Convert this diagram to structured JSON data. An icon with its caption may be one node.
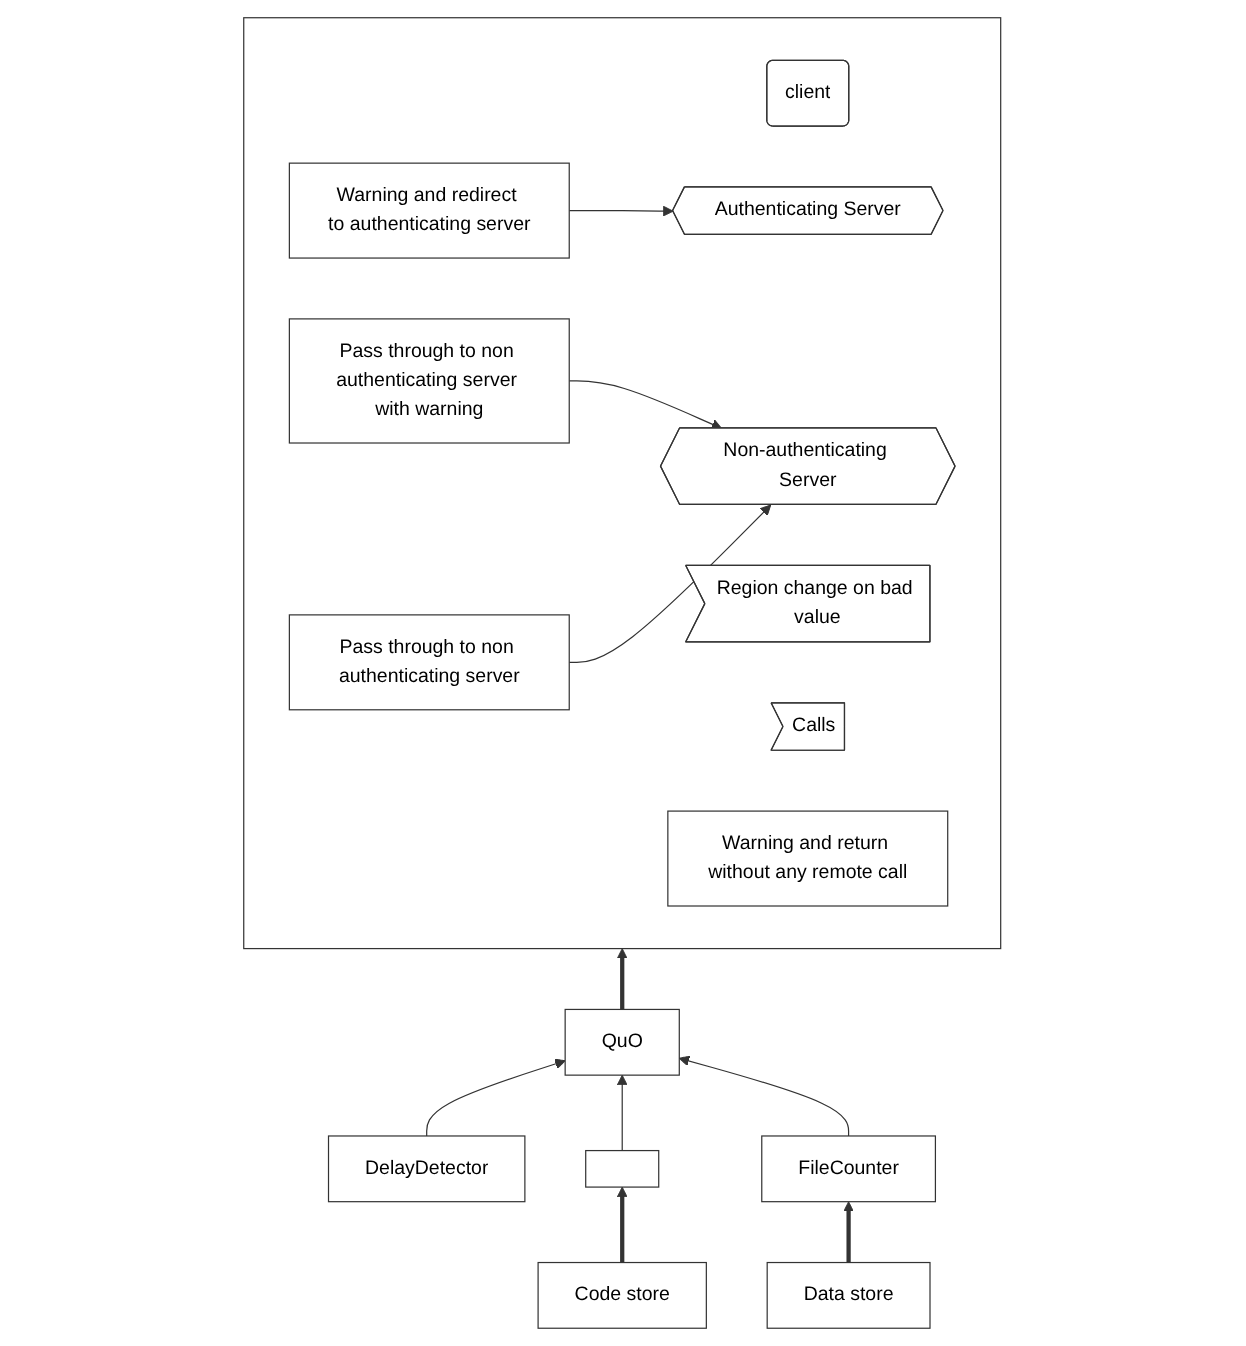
{
  "diagram": {
    "nodes": [
      {
        "text": [],
        "shape": "box"
      },
      {
        "text": [
          "client"
        ],
        "in": 0
      },
      {
        "text": [
          "Region change on bad value"
        ],
        "in": 0
      },
      {
        "text": [
          "Calls"
        ],
        "in": 0
      },
      {
        "text": [
          "Warning and return without any remote call"
        ],
        "in": 0
      },
      {
        "text": [
          "Warning and redirect to authenticating server"
        ],
        "in": 0
      },
      {
        "text": [
          "Pass through to non authenticating server with warning"
        ],
        "in": 0
      },
      {
        "text": [
          "Pass through to non authenticating server"
        ],
        "in": 0
      },
      {
        "text": [
          "Authenticating Server"
        ],
        "in": 0
      },
      {
        "text": [
          "Non-authenticating Server"
        ],
        "in": 0
      },
      {
        "text": [
          "QuO"
        ]
      },
      {
        "text": [
          "DelayDetector"
        ]
      },
      {
        "text": [],
        "shape": "box"
      },
      {
        "text": [
          "FileCounter"
        ]
      },
      {
        "text": [
          "Code store"
        ]
      },
      {
        "text": [
          "Data store"
        ]
      }
    ],
    "edges": [
      {
        "from": 5,
        "to": 8,
        "arrow": "to"
      },
      {
        "from": 6,
        "to": 9,
        "arrow": "to"
      },
      {
        "from": 7,
        "to": 9,
        "arrow": "to"
      },
      {
        "from": 10,
        "to": 0,
        "arrow": "to",
        "style": "thick"
      },
      {
        "from": 11,
        "to": 10,
        "arrow": "to"
      },
      {
        "from": 12,
        "to": 10,
        "arrow": "to"
      },
      {
        "from": 13,
        "to": 10,
        "arrow": "to"
      },
      {
        "from": 14,
        "to": 12,
        "arrow": "to",
        "style": "thick"
      },
      {
        "from": 15,
        "to": 13,
        "arrow": "to",
        "style": "thick"
      }
    ]
  }
}
